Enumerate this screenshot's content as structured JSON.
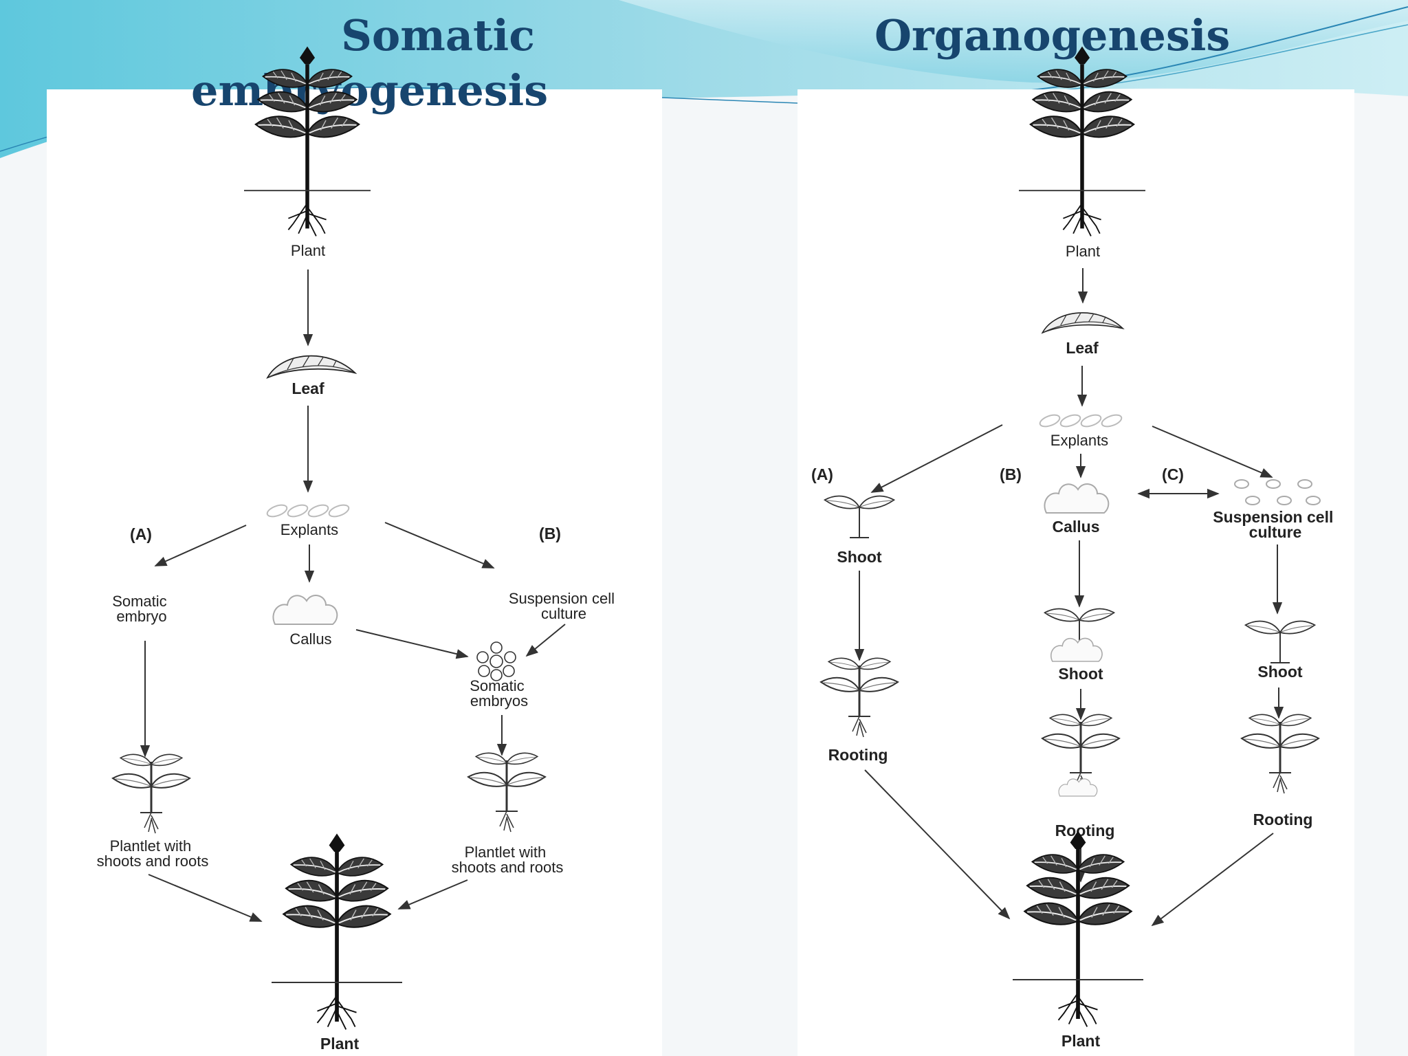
{
  "titles": {
    "left": "Somatic embryogenesis",
    "right": "Organogenesis"
  },
  "somatic": {
    "plant_top": "Plant",
    "leaf": "Leaf",
    "explants": "Explants",
    "route_a": "(A)",
    "route_b": "(B)",
    "somatic_embryo": [
      "Somatic",
      "embryo"
    ],
    "callus": "Callus",
    "suspension": [
      "Suspension cell",
      "culture"
    ],
    "somatic_embryos": [
      "Somatic",
      "embryos"
    ],
    "plantlet_left": [
      "Plantlet with",
      "shoots and roots"
    ],
    "plantlet_right": [
      "Plantlet with",
      "shoots and roots"
    ],
    "plant_bottom": "Plant"
  },
  "organo": {
    "plant_top": "Plant",
    "leaf": "Leaf",
    "explants": "Explants",
    "route_a": "(A)",
    "route_b": "(B)",
    "route_c": "(C)",
    "shoot_a": "Shoot",
    "callus": "Callus",
    "suspension": [
      "Suspension cell",
      "culture"
    ],
    "rooting_a": "Rooting",
    "shoot_b": "Shoot",
    "shoot_c": "Shoot",
    "rooting_b": "Rooting",
    "rooting_c": "Rooting",
    "plant_bottom": "Plant"
  },
  "colors": {
    "title": "#17456e",
    "banner_light": "#bfe9f2",
    "banner_dark": "#3fb5cf",
    "ink": "#222222"
  }
}
